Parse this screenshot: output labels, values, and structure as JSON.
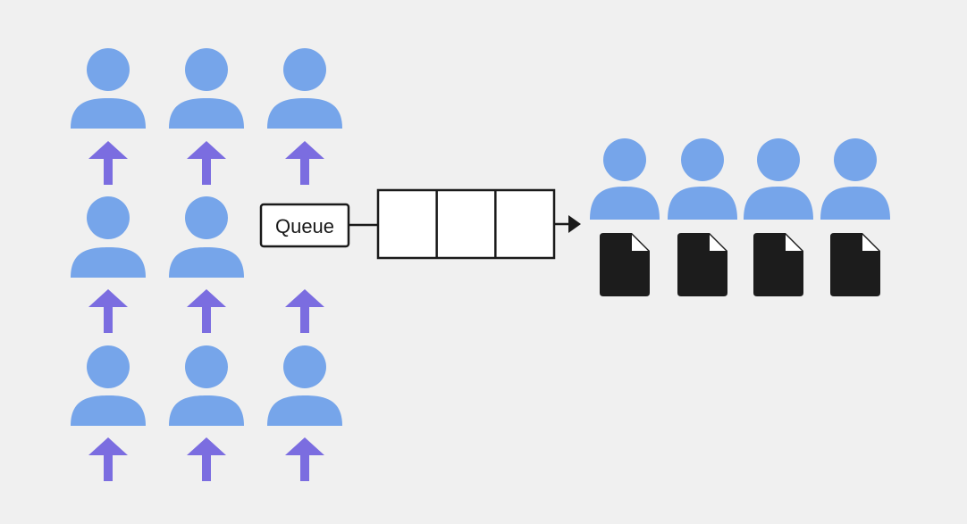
{
  "diagram": {
    "queue": {
      "label": "Queue",
      "slot_count": 3
    },
    "waiting_users": {
      "rows": [
        {
          "users": [
            "user",
            "user",
            "user"
          ],
          "arrows": [
            "up-arrow",
            "up-arrow",
            "up-arrow"
          ]
        },
        {
          "users": [
            "user",
            "user",
            null
          ],
          "arrows": [
            "up-arrow",
            "up-arrow",
            "up-arrow"
          ]
        },
        {
          "users": [
            "user",
            "user",
            "user"
          ],
          "arrows": [
            "up-arrow",
            "up-arrow",
            "up-arrow"
          ]
        }
      ]
    },
    "served_users": {
      "count": 4,
      "each_has_document": true
    },
    "icons": {
      "user": "person-icon",
      "arrow": "up-arrow-icon",
      "document": "document-icon",
      "flow_arrow": "right-arrow-icon"
    },
    "colors": {
      "background": "#f0f0f0",
      "person": "#76a5ea",
      "arrow": "#7b6de0",
      "document": "#1c1c1c",
      "stroke": "#1a1a1a"
    }
  }
}
